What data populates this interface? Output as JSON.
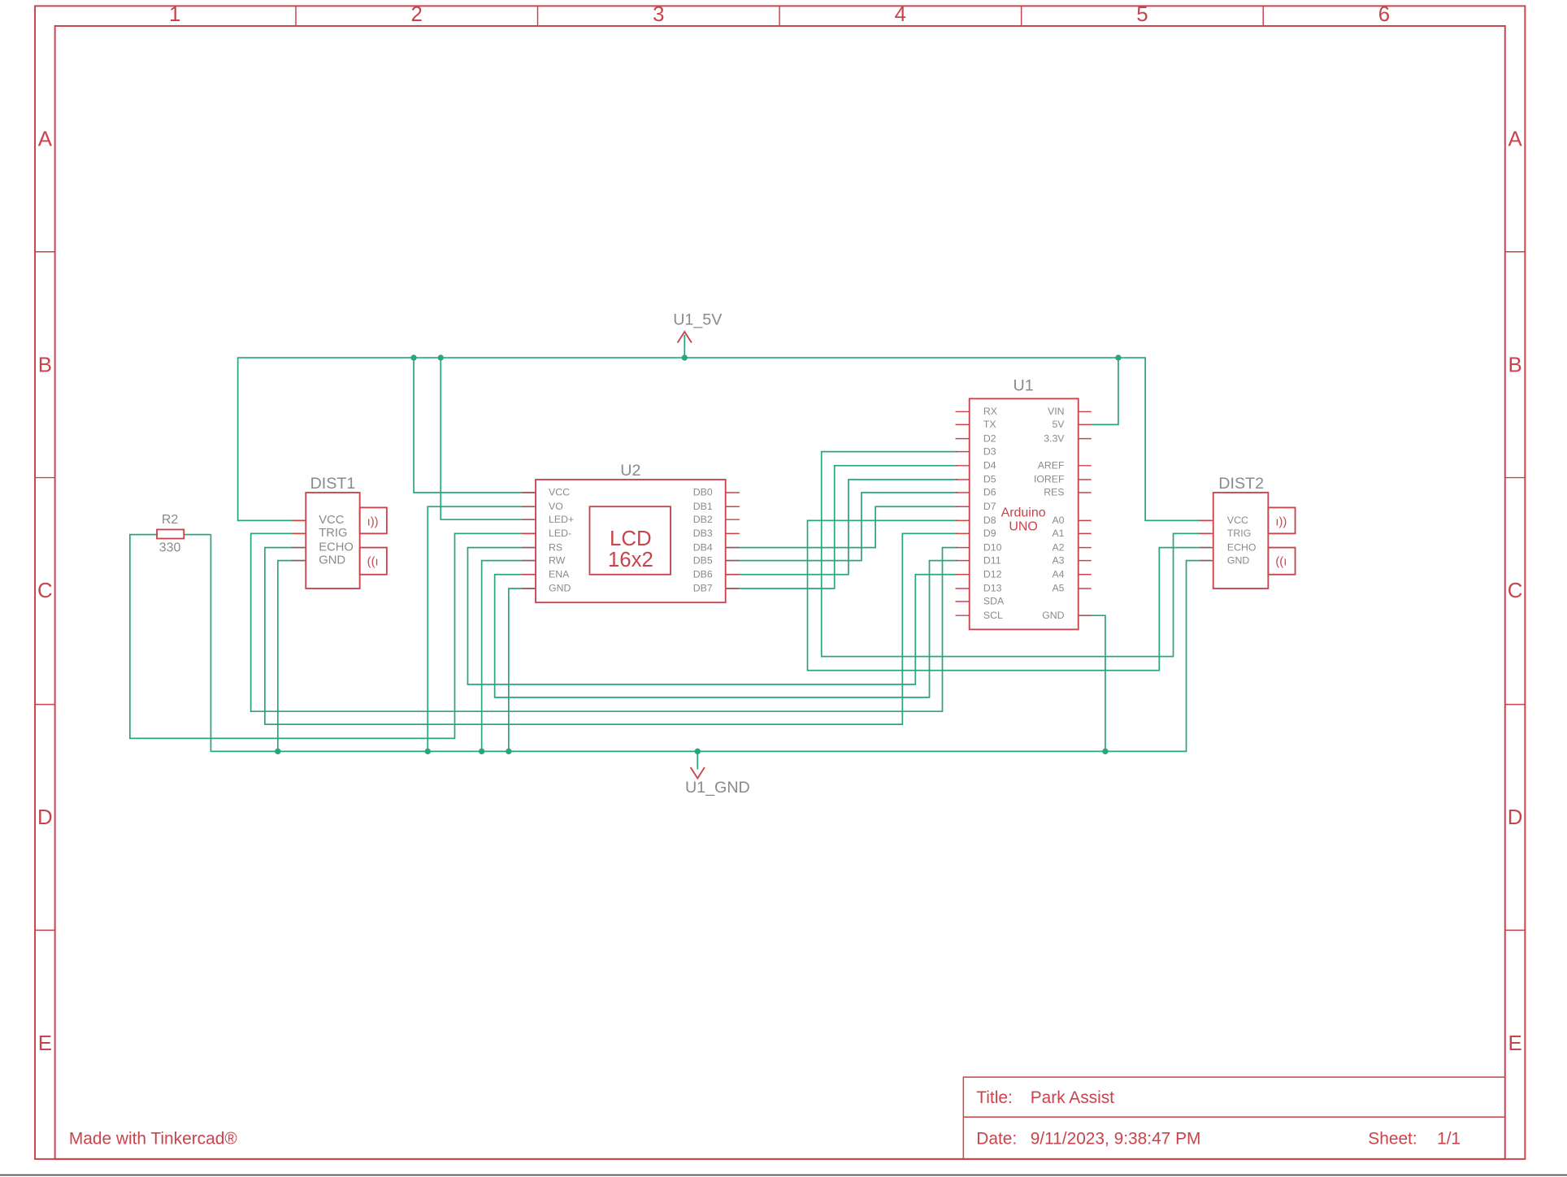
{
  "sheet": {
    "columns": [
      "1",
      "2",
      "3",
      "4",
      "5",
      "6"
    ],
    "rows": [
      "A",
      "B",
      "C",
      "D",
      "E"
    ],
    "colors": {
      "frame": "#c9434b",
      "wire": "#2aa582",
      "label": "#8a8a8a"
    }
  },
  "nets": {
    "power": "U1_5V",
    "ground": "U1_GND"
  },
  "components": {
    "r2": {
      "ref": "R2",
      "value": "330"
    },
    "dist1": {
      "ref": "DIST1",
      "pins": [
        "VCC",
        "TRIG",
        "ECHO",
        "GND"
      ]
    },
    "u2": {
      "ref": "U2",
      "body_line1": "LCD",
      "body_line2": "16x2",
      "left_pins": [
        "VCC",
        "VO",
        "LED+",
        "LED-",
        "RS",
        "RW",
        "ENA",
        "GND"
      ],
      "right_pins": [
        "DB0",
        "DB1",
        "DB2",
        "DB3",
        "DB4",
        "DB5",
        "DB6",
        "DB7"
      ]
    },
    "u1": {
      "ref": "U1",
      "body_line1": "Arduino",
      "body_line2": "UNO",
      "left_pins": [
        "RX",
        "TX",
        "D2",
        "D3",
        "D4",
        "D5",
        "D6",
        "D7",
        "D8",
        "D9",
        "D10",
        "D11",
        "D12",
        "D13",
        "SDA",
        "SCL"
      ],
      "right_pins_top": [
        "VIN",
        "5V",
        "3.3V"
      ],
      "right_pins_mid": [
        "AREF",
        "IOREF",
        "RES"
      ],
      "right_pins_analog": [
        "A0",
        "A1",
        "A2",
        "A3",
        "A4",
        "A5"
      ],
      "right_pin_gnd": "GND"
    },
    "dist2": {
      "ref": "DIST2",
      "pins": [
        "VCC",
        "TRIG",
        "ECHO",
        "GND"
      ]
    }
  },
  "title_block": {
    "credit": "Made with Tinkercad®",
    "title_label": "Title:",
    "title_value": "Park Assist",
    "date_label": "Date:",
    "date_value": "9/11/2023, 9:38:47 PM",
    "sheet_label": "Sheet:",
    "sheet_value": "1/1"
  }
}
